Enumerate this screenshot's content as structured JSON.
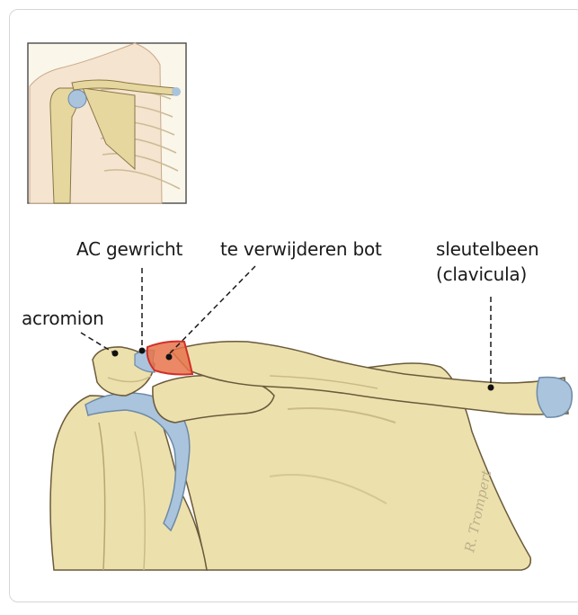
{
  "labels": {
    "acromion": "acromion",
    "ac_joint": "AC gewricht",
    "bone_to_remove": "te verwijderen bot",
    "clavicle_line1": "sleutelbeen",
    "clavicle_line2": "(clavicula)"
  },
  "signature": "R. Trompert",
  "colors": {
    "bone": "#ece0ad",
    "bone_shade": "#d8c88a",
    "cartilage": "#a9c4dc",
    "resection": "#e8734a",
    "outline": "#6b5a3a"
  }
}
